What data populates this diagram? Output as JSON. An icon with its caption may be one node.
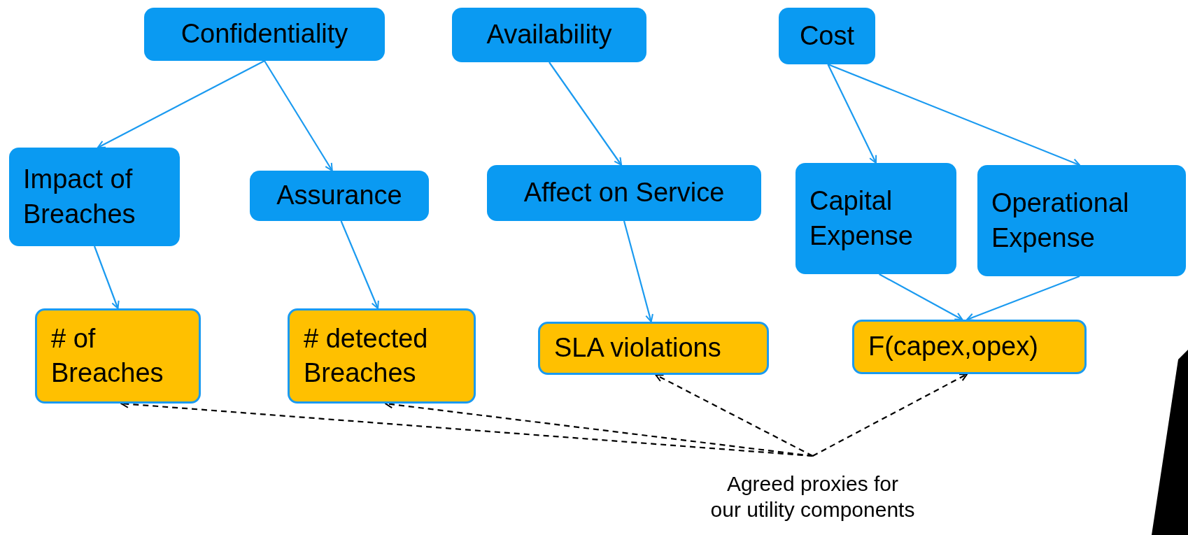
{
  "diagram": {
    "nodes": [
      {
        "text": [
          "Confidentiality"
        ]
      },
      {
        "text": [
          "Availability"
        ]
      },
      {
        "text": [
          "Cost"
        ]
      },
      {
        "text": [
          "Impact of Breaches"
        ]
      },
      {
        "text": [
          "Assurance"
        ]
      },
      {
        "text": [
          "Affect on Service"
        ]
      },
      {
        "text": [
          "Capital Expense"
        ]
      },
      {
        "text": [
          "Operational Expense"
        ]
      },
      {
        "text": [
          "# of Breaches"
        ]
      },
      {
        "text": [
          "# detected Breaches"
        ]
      },
      {
        "text": [
          "SLA violations"
        ]
      },
      {
        "text": [
          "F(capex,opex)"
        ]
      },
      {
        "text": [
          "Agreed proxies for our utility components"
        ]
      }
    ],
    "edges": [
      {
        "from": 0,
        "to": 3,
        "arrow": "to"
      },
      {
        "from": 0,
        "to": 4,
        "arrow": "to"
      },
      {
        "from": 1,
        "to": 5,
        "arrow": "to"
      },
      {
        "from": 2,
        "to": 6,
        "arrow": "to"
      },
      {
        "from": 2,
        "to": 7,
        "arrow": "to"
      },
      {
        "from": 3,
        "to": 8,
        "arrow": "to"
      },
      {
        "from": 4,
        "to": 9,
        "arrow": "to"
      },
      {
        "from": 5,
        "to": 10,
        "arrow": "to"
      },
      {
        "from": 6,
        "to": 11,
        "arrow": "to"
      },
      {
        "from": 7,
        "to": 11,
        "arrow": "to"
      },
      {
        "from": 12,
        "to": 8,
        "arrow": "to",
        "style": "dashed",
        "color": "#000000"
      },
      {
        "from": 12,
        "to": 9,
        "arrow": "to",
        "style": "dashed",
        "color": "#000000"
      },
      {
        "from": 12,
        "to": 10,
        "arrow": "to",
        "style": "dashed",
        "color": "#000000"
      },
      {
        "from": 12,
        "to": 11,
        "arrow": "to",
        "style": "dashed",
        "color": "#000000"
      }
    ]
  }
}
